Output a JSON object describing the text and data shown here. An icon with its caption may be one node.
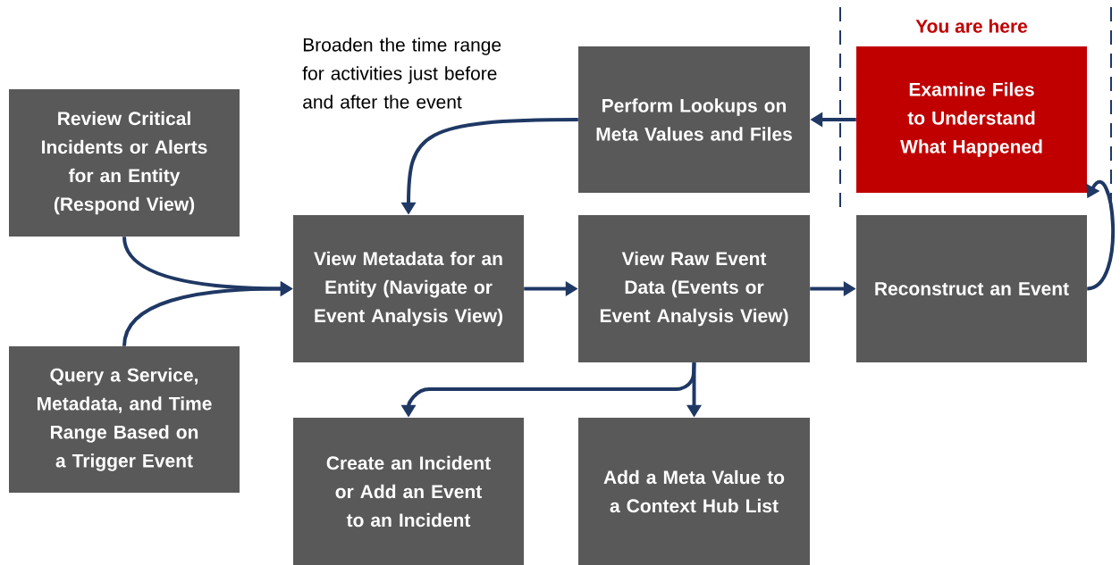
{
  "diagram": {
    "nodes": [
      {
        "text": [
          "Review Critical Incidents or Alerts for an Entity (Respond View)"
        ]
      },
      {
        "text": [
          "Query a Service, Metadata, and Time Range Based on a Trigger Event"
        ]
      },
      {
        "text": [
          "View Metadata for an Entity (Navigate or Event Analysis View)"
        ]
      },
      {
        "text": [
          "View Raw Event Data (Events or Event Analysis View)"
        ]
      },
      {
        "text": [
          "Reconstruct an Event"
        ]
      },
      {
        "text": [
          "Examine Files to Understand What Happened"
        ],
        "beside": [
          "You are here"
        ]
      },
      {
        "text": [
          "Perform Lookups on Meta Values and Files"
        ]
      },
      {
        "text": [
          "Create an Incident or Add an Event to an Incident"
        ]
      },
      {
        "text": [
          "Add a Meta Value to a Context Hub List"
        ]
      }
    ],
    "edges": [
      {
        "from": 0,
        "to": 2,
        "arrow": "to"
      },
      {
        "from": 1,
        "to": 2,
        "arrow": "to"
      },
      {
        "from": 2,
        "to": 3,
        "arrow": "to"
      },
      {
        "from": 3,
        "to": 4,
        "arrow": "to"
      },
      {
        "from": 4,
        "to": 5,
        "arrow": "to"
      },
      {
        "from": 5,
        "to": 6,
        "arrow": "to"
      },
      {
        "from": 6,
        "to": 2,
        "arrow": "to",
        "label": "Broaden the time range for activities just before and after the event"
      },
      {
        "from": 3,
        "to": 7,
        "arrow": "to"
      },
      {
        "from": 3,
        "to": 8,
        "arrow": "to"
      }
    ]
  }
}
